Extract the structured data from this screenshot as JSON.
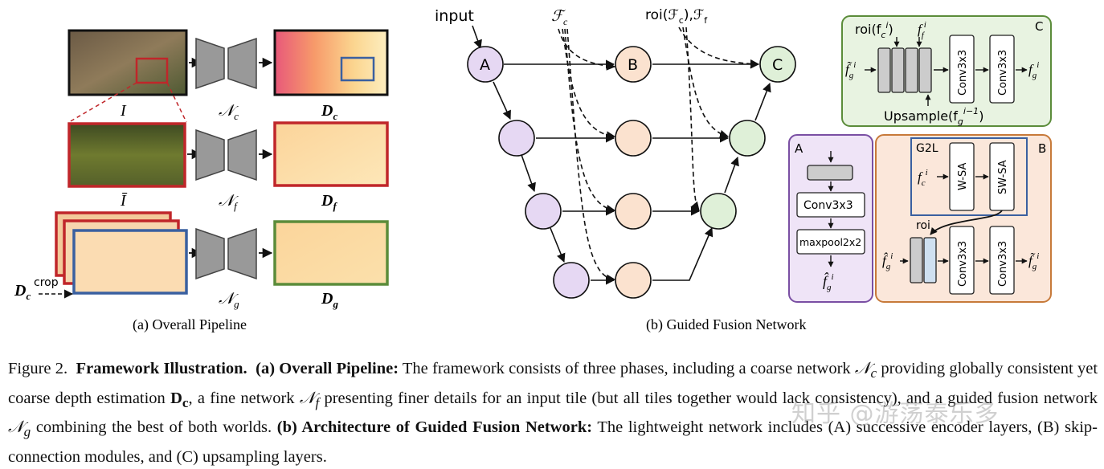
{
  "panel_a": {
    "caption": "(a) Overall Pipeline",
    "labels": {
      "I": "I",
      "I_bar": "Ī",
      "Nc": "𝒩",
      "Nc_sub": "c",
      "Nf": "𝒩",
      "Nf_sub": "f",
      "Ng": "𝒩",
      "Ng_sub": "g",
      "Dc": "D",
      "Dc_sub": "c",
      "Df": "D",
      "Df_sub": "f",
      "Dg": "D",
      "Dg_sub": "g",
      "Dcrop": "D",
      "Dcrop_sub": "c",
      "Dcrop_sup": "crop"
    }
  },
  "panel_b": {
    "caption": "(b) Guided Fusion Network",
    "input_label": "input",
    "fc_label": "ℱ",
    "fc_sub": "c",
    "roi_label": "roi(ℱ",
    "roi_sub": "c",
    "roi_mid": "),ℱ",
    "ff_sub": "f",
    "node_A": "A",
    "node_B": "B",
    "node_C": "C"
  },
  "block_c": {
    "tag": "C",
    "roi_fc": "roi(f",
    "roi_fc_sub": "c",
    "roi_fc_sup": "i",
    "ff": "f",
    "ff_sub": "f",
    "ff_sup": "i",
    "in": "f̃",
    "in_sub": "g",
    "in_sup": "i",
    "conv1": "Conv3x3",
    "conv2": "Conv3x3",
    "out": "f",
    "out_sub": "g",
    "out_sup": "i",
    "upsample": "Upsample(f",
    "upsample_sub": "g",
    "upsample_sup": "i−1",
    "upsample_close": ")"
  },
  "block_a": {
    "tag": "A",
    "conv": "Conv3x3",
    "pool": "maxpool2x2",
    "out": "f̂",
    "out_sub": "g",
    "out_sup": "i"
  },
  "block_b": {
    "tag": "B",
    "g2l": "G2L",
    "fc": "f",
    "fc_sub": "c",
    "fc_sup": "i",
    "wsa": "W-SA",
    "swsa": "SW-SA",
    "roi": "roi",
    "in": "f̂",
    "in_sub": "g",
    "in_sup": "i",
    "conv1": "Conv3x3",
    "conv2": "Conv3x3",
    "out": "f̃",
    "out_sub": "g",
    "out_sup": "i"
  },
  "colors": {
    "purple_node": "#e6d8f3",
    "peach_node": "#fbe2cf",
    "green_node": "#dff0d8",
    "red_frame": "#c0262a",
    "blue_frame": "#3a60a0",
    "green_frame": "#5b8c3a"
  },
  "caption": {
    "fig": "Figure 2.",
    "title": "Framework Illustration.",
    "a_head": "(a) Overall Pipeline:",
    "a_text1": " The framework consists of three phases, including a coarse network ",
    "nc": "𝒩",
    "nc_sub": "c",
    "a_text2": " providing globally consistent yet coarse depth estimation ",
    "dc": "D",
    "dc_sub": "c",
    "a_text3": ", a fine network ",
    "nf": "𝒩",
    "nf_sub": "f",
    "a_text4": " presenting finer details for an input tile (but all tiles together would lack consistency), and a guided fusion network ",
    "ng": "𝒩",
    "ng_sub": "g",
    "a_text5": " combining the best of both worlds. ",
    "b_head": "(b) Architecture of Guided Fusion Network:",
    "b_text": " The lightweight network includes (A) successive encoder layers, (B) skip-connection modules, and (C) upsampling layers."
  },
  "watermark": "知乎 @游荡泰乐多"
}
